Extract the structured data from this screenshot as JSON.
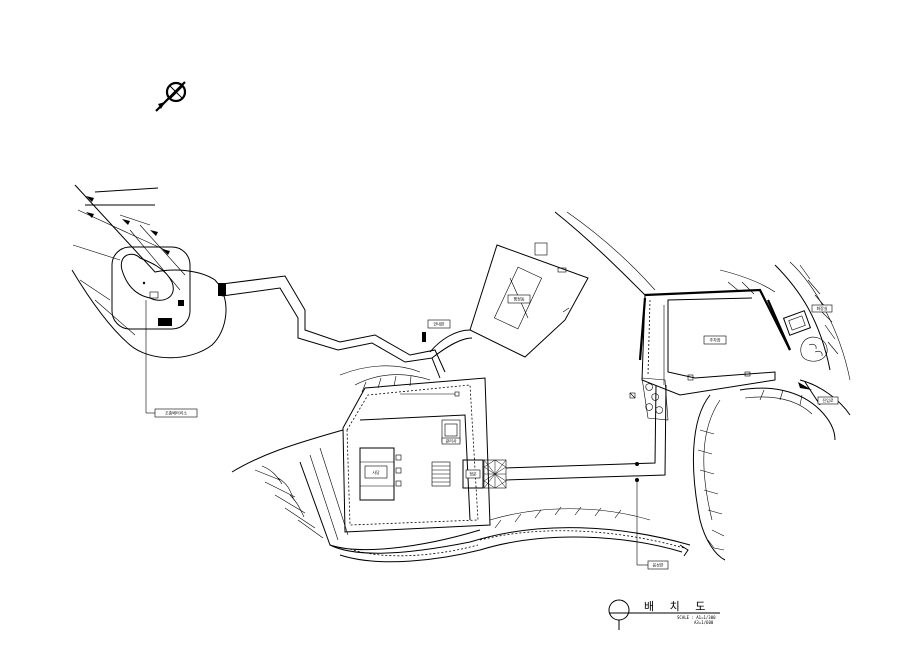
{
  "labels": {
    "gyeongnae_left": "조종배터리소",
    "info_center": "안내판",
    "hall_upper": "행정동",
    "building_main": "주차장",
    "building_right": "화장실",
    "arrow_right": "진입로",
    "hall_lower": "사당",
    "sub_building": "관리사",
    "gate": "정문",
    "well": "음성판"
  },
  "title": {
    "text": "배 치 도",
    "scale_line1": "SCALE : A1=1/300",
    "scale_line2": "A3=1/600"
  },
  "icons": {
    "north": "north-arrow-icon",
    "title_circle": "title-circle-icon"
  }
}
